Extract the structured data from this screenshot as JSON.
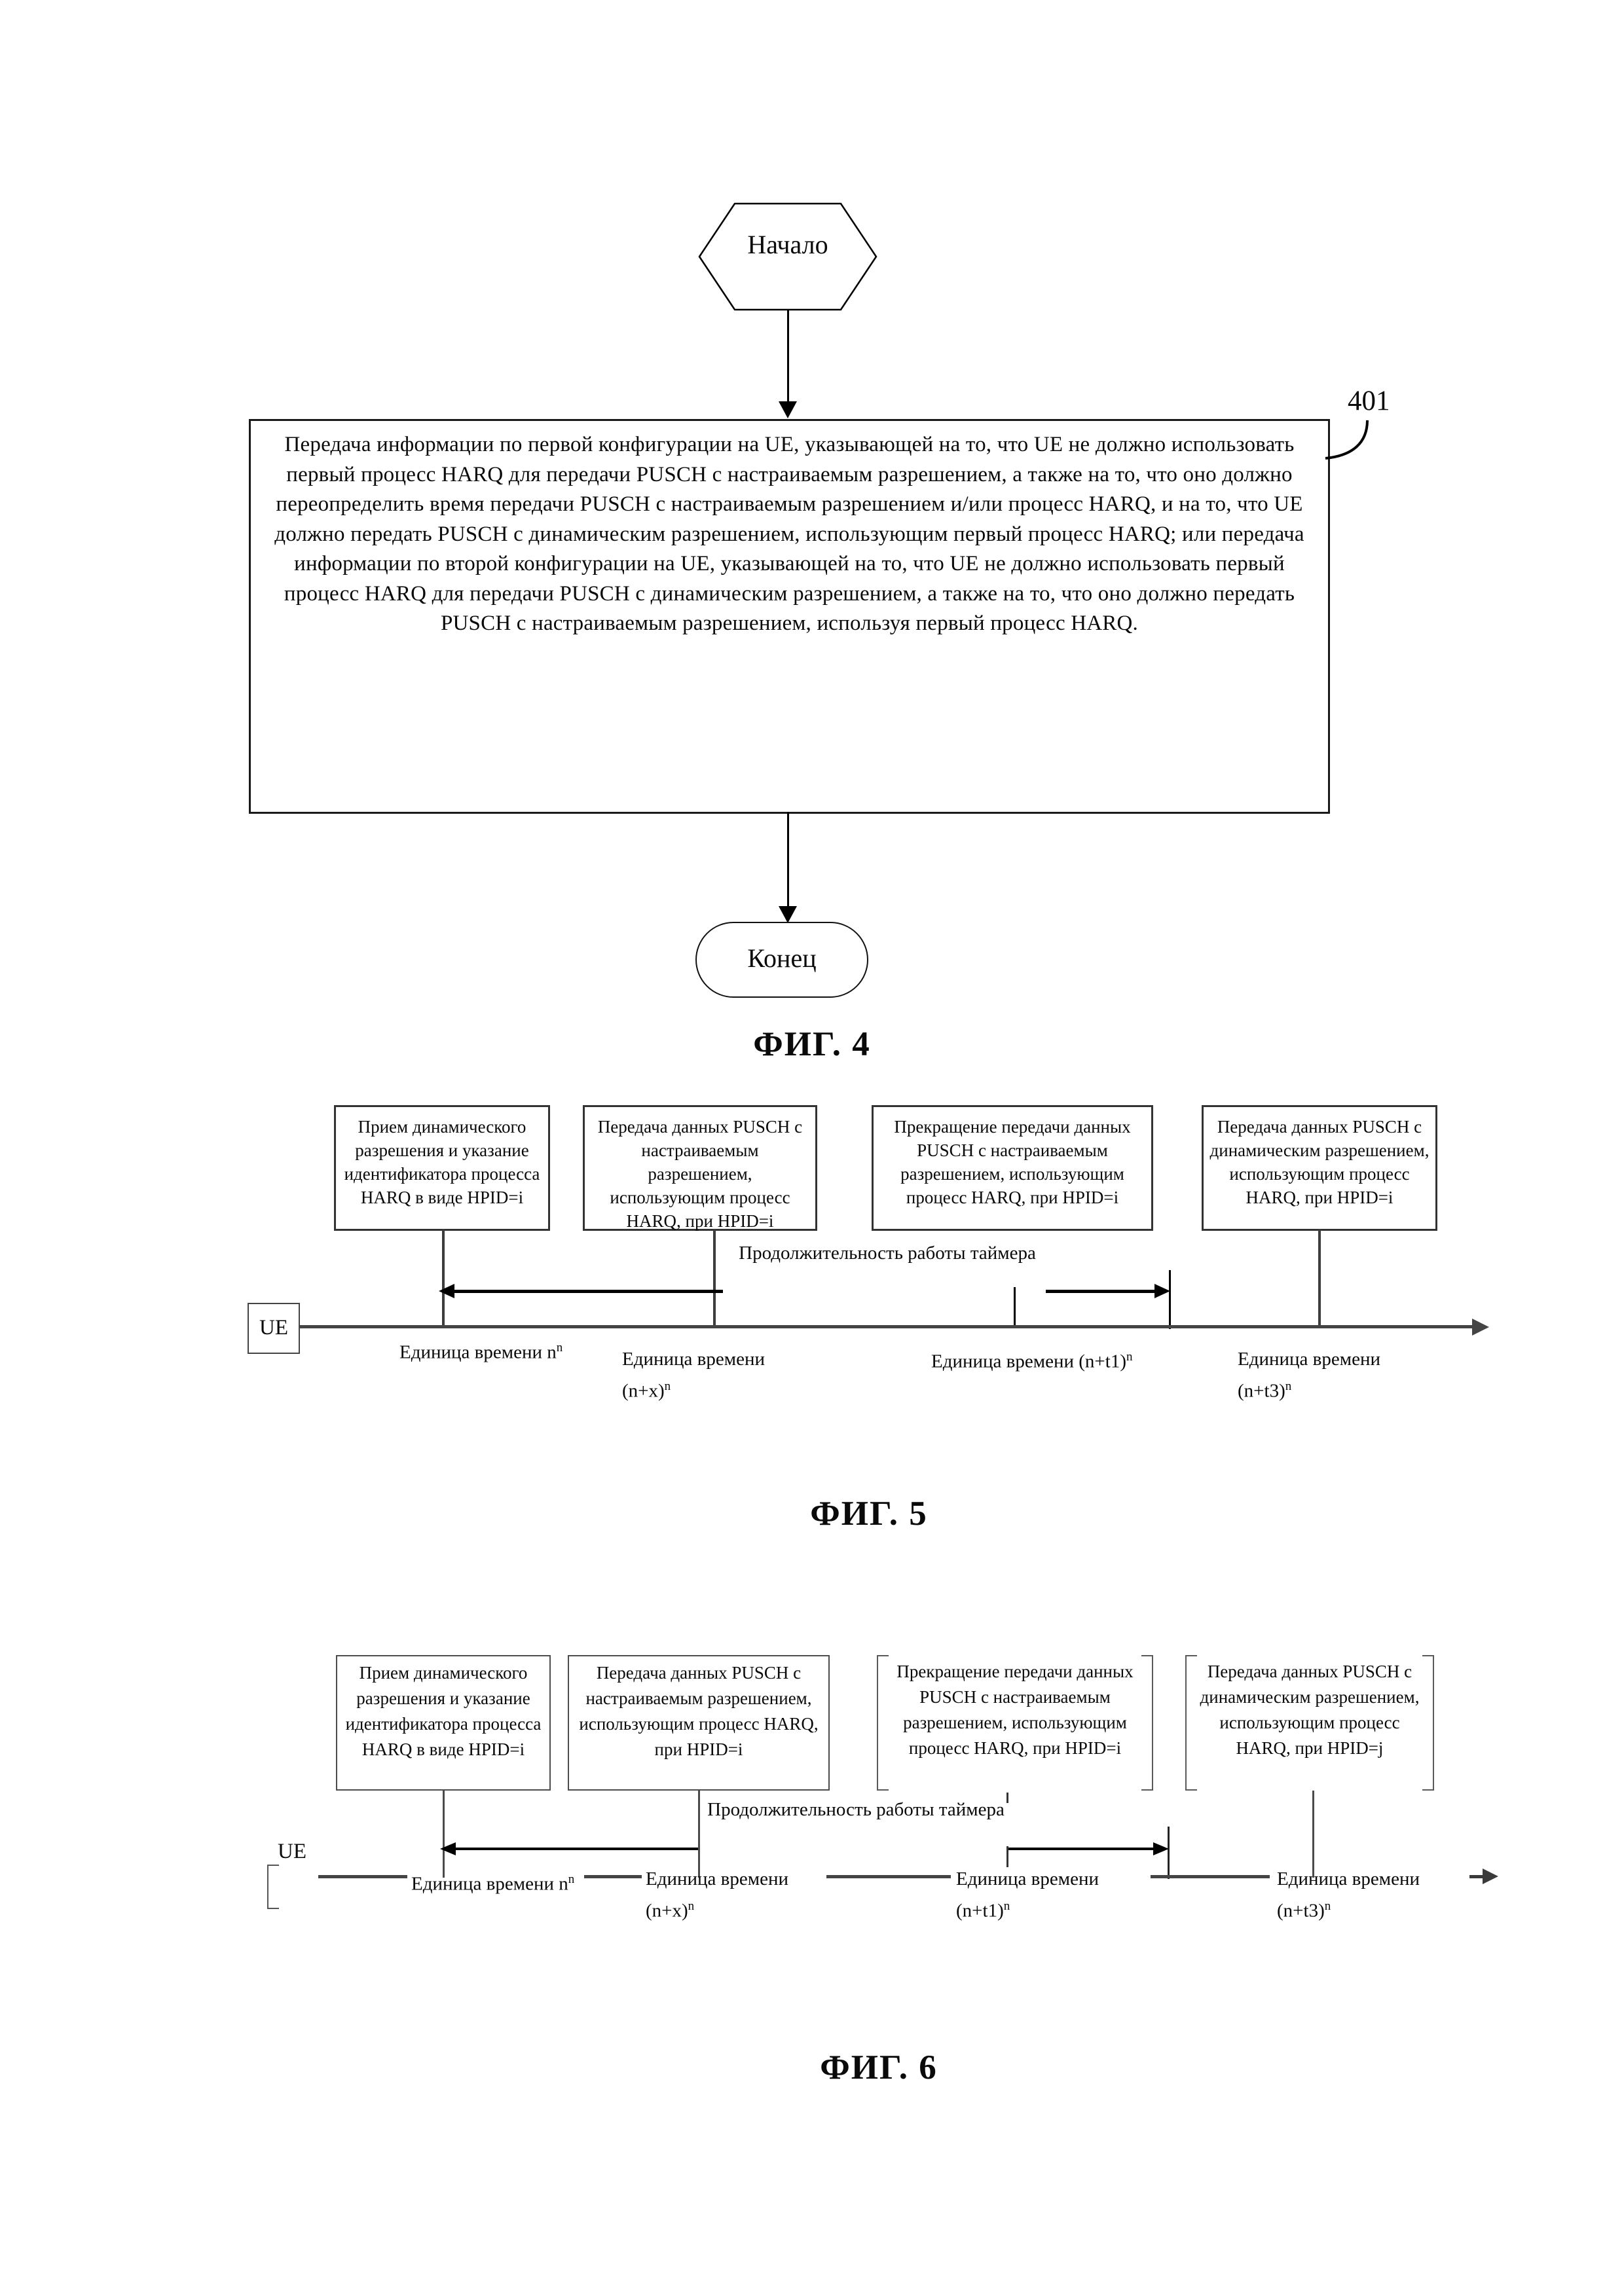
{
  "colors": {
    "ink": "#000000",
    "line_gray": "#454545"
  },
  "fig4": {
    "start_label": "Начало",
    "step_ref": "401",
    "step_text": "Передача информации по первой конфигурации на UE, указывающей на то, что UE не должно использовать первый процесс HARQ для передачи PUSCH с настраиваемым разрешением, а также на то, что оно должно переопределить время передачи PUSCH с настраиваемым разрешением и/или процесс HARQ, и на то, что UE должно передать PUSCH с динамическим разрешением, использующим первый процесс HARQ; или передача информации по второй конфигурации на UE, указывающей на то, что UE не должно использовать первый процесс HARQ для передачи PUSCH с динамическим разрешением, а также на то, что оно должно передать PUSCH с настраиваемым разрешением, используя первый процесс HARQ.",
    "end_label": "Конец",
    "caption": "ФИГ. 4"
  },
  "fig5": {
    "caption": "ФИГ. 5",
    "ue_label": "UE",
    "timer_label": "Продолжительность работы таймера",
    "boxes": [
      {
        "text": "Прием динамического разрешения и указание идентификатора процесса HARQ в виде HPID=i"
      },
      {
        "text": "Передача данных PUSCH с настраиваемым разрешением, использующим процесс HARQ, при HPID=i"
      },
      {
        "text": "Прекращение передачи данных PUSCH с настраиваемым разрешением, использующим процесс HARQ, при HPID=i"
      },
      {
        "text": "Передача данных PUSCH с динамическим разрешением, использующим процесс HARQ, при HPID=i"
      }
    ],
    "time_labels": [
      {
        "main": "Единица времени n",
        "sup": "n"
      },
      {
        "line1": "Единица времени",
        "line2": "(n+x)",
        "sup": "n"
      },
      {
        "main": "Единица времени (n+t1)",
        "sup": "n"
      },
      {
        "line1": "Единица времени",
        "line2": "(n+t3)",
        "sup": "n"
      }
    ]
  },
  "fig6": {
    "caption": "ФИГ. 6",
    "ue_label": "UE",
    "timer_label": "Продолжительность работы таймера",
    "boxes": [
      {
        "text": "Прием динамического разрешения и указание идентификатора процесса HARQ в виде HPID=i"
      },
      {
        "text": "Передача данных PUSCH с настраиваемым разрешением, использующим процесс HARQ, при HPID=i"
      },
      {
        "text": "Прекращение передачи данных PUSCH с настраиваемым разрешением, использующим процесс HARQ, при HPID=i"
      },
      {
        "text": "Передача данных PUSCH с динамическим разрешением, использующим процесс HARQ, при HPID=j"
      }
    ],
    "time_labels": [
      {
        "main": "Единица времени n",
        "sup": "n"
      },
      {
        "line1": "Единица времени",
        "line2": "(n+x)",
        "sup": "n"
      },
      {
        "line1": "Единица времени",
        "line2": "(n+t1)",
        "sup": "n"
      },
      {
        "line1": "Единица времени",
        "line2": "(n+t3)",
        "sup": "n"
      }
    ]
  }
}
